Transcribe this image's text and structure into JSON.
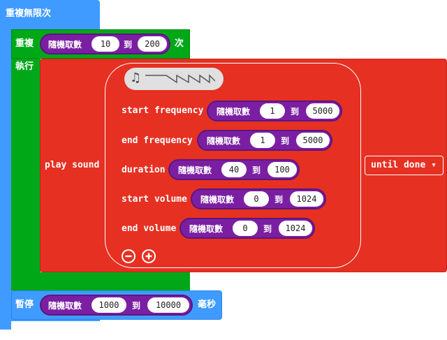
{
  "forever": {
    "label": "重複無限次"
  },
  "repeat": {
    "label": "重複",
    "times_suffix": "次",
    "do_label": "執行",
    "random": {
      "label": "隨機取數",
      "from": "10",
      "to_label": "到",
      "to": "200"
    }
  },
  "play_sound": {
    "label": "play sound",
    "mode": "until done ▾",
    "params": [
      {
        "label": "start frequency",
        "random_label": "隨機取數",
        "from": "1",
        "to_label": "到",
        "to": "5000"
      },
      {
        "label": "end frequency",
        "random_label": "隨機取數",
        "from": "1",
        "to_label": "到",
        "to": "5000"
      },
      {
        "label": "duration",
        "random_label": "隨機取數",
        "from": "40",
        "to_label": "到",
        "to": "100"
      },
      {
        "label": "start volume",
        "random_label": "隨機取數",
        "from": "0",
        "to_label": "到",
        "to": "1024"
      },
      {
        "label": "end volume",
        "random_label": "隨機取數",
        "from": "0",
        "to_label": "到",
        "to": "1024"
      }
    ]
  },
  "pause": {
    "label": "暫停",
    "unit": "毫秒",
    "random": {
      "label": "隨機取數",
      "from": "1000",
      "to_label": "到",
      "to": "10000"
    }
  },
  "colors": {
    "loops": "#1e90ff",
    "repeat": "#00a818",
    "sound": "#e63022",
    "math": "#7b1fa2"
  }
}
